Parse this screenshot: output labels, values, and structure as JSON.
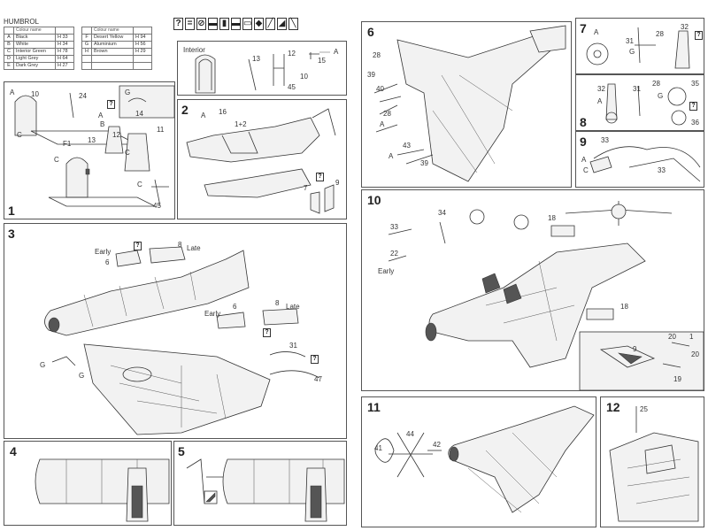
{
  "legend": {
    "title": "HUMBROL",
    "header_name": "Colour name",
    "header_name_2": "Colour name",
    "left": [
      {
        "letter": "A",
        "name": "Black",
        "code": "H 33"
      },
      {
        "letter": "B",
        "name": "White",
        "code": "H 34"
      },
      {
        "letter": "C",
        "name": "Interior Green",
        "code": "H 78"
      },
      {
        "letter": "D",
        "name": "Light Grey",
        "code": "H 64"
      },
      {
        "letter": "E",
        "name": "Dark Grey",
        "code": "H 27"
      }
    ],
    "right": [
      {
        "letter": "F",
        "name": "Desert Yellow",
        "code": "H 94"
      },
      {
        "letter": "G",
        "name": "Aluminium",
        "code": "H 56"
      },
      {
        "letter": "H",
        "name": "Brown",
        "code": "H 29"
      }
    ]
  },
  "symbols": [
    "?",
    "=",
    "⊘",
    "▬",
    "▮",
    "▬",
    "▭",
    "◆",
    "╱",
    "◢",
    "╲"
  ],
  "panels": {
    "p1": {
      "num": "1",
      "labels": [
        "A",
        "10",
        "24",
        "G",
        "14",
        "?",
        "A",
        "B",
        "12",
        "13",
        "F1",
        "11",
        "C",
        "C",
        "C",
        "C",
        "45"
      ]
    },
    "p2": {
      "num": "2",
      "labels": [
        "A",
        "16",
        "1+2",
        "?",
        "7",
        "9"
      ]
    },
    "interior": {
      "title": "Interior",
      "labels": [
        "13",
        "12",
        "15",
        "A",
        "45",
        "10"
      ]
    },
    "p3": {
      "num": "3",
      "labels": [
        "Early",
        "?",
        "6",
        "8",
        "Late",
        "8",
        "Late",
        "Early",
        "6",
        "?",
        "31",
        "?",
        "47",
        "G",
        "G"
      ]
    },
    "p4": {
      "num": "4"
    },
    "p5": {
      "num": "5"
    },
    "p6": {
      "num": "6",
      "labels": [
        "28",
        "39",
        "40",
        "28",
        "A",
        "43",
        "A",
        "39"
      ]
    },
    "p7": {
      "num": "7",
      "labels": [
        "A",
        "31",
        "G",
        "28",
        "32",
        "?"
      ]
    },
    "p8": {
      "num": "8",
      "labels": [
        "32",
        "A",
        "31",
        "28",
        "G",
        "35",
        "?",
        "36"
      ]
    },
    "p9": {
      "num": "9",
      "labels": [
        "33",
        "A",
        "C",
        "33"
      ]
    },
    "p10": {
      "num": "10",
      "labels": [
        "33",
        "34",
        "18",
        "22",
        "Early",
        "18",
        "20",
        "1",
        "9",
        "19",
        "20"
      ]
    },
    "p11": {
      "num": "11",
      "labels": [
        "41",
        "44",
        "42"
      ]
    },
    "p12": {
      "num": "12",
      "labels": [
        "25"
      ]
    }
  }
}
